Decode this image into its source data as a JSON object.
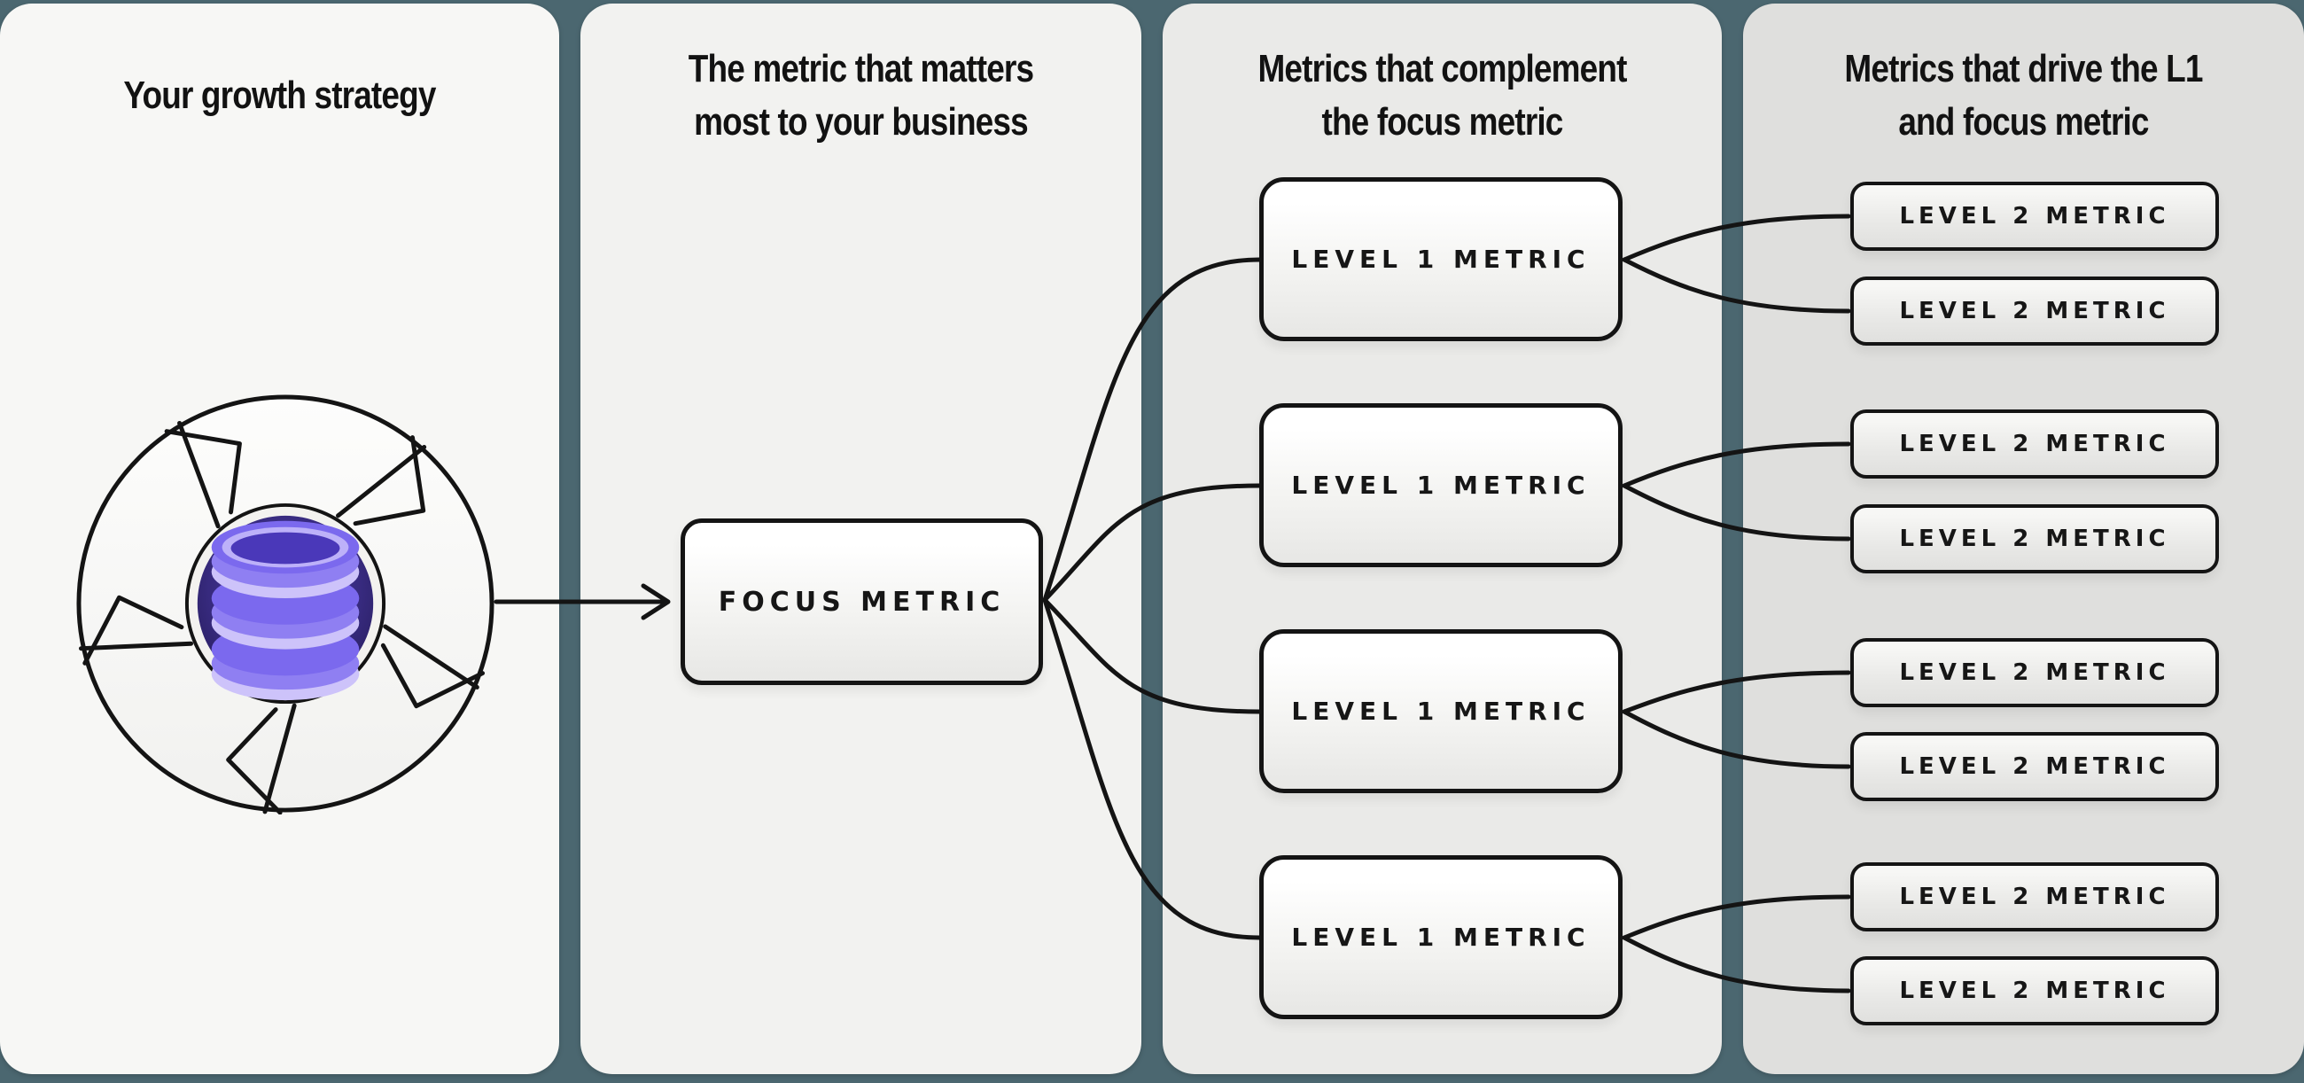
{
  "colors": {
    "background_teal": "#4b6770",
    "panel1_bg": "#f7f7f5",
    "panel2_bg": "#f2f2f0",
    "panel3_bg": "#eaeae8",
    "panel4_bg": "#dfdfdd",
    "line_stroke": "#141414",
    "icon_core_dark": "#2a1f63",
    "icon_core_light": "#4e3bab",
    "db_purple": "#8f7ff2",
    "db_highlight": "#cdc3fa",
    "db_opening": "#4a38b9"
  },
  "panels": [
    {
      "title_lines": [
        "Your growth strategy"
      ]
    },
    {
      "title_lines": [
        "The metric that matters",
        "most to your business"
      ]
    },
    {
      "title_lines": [
        "Metrics that complement",
        "the focus metric"
      ]
    },
    {
      "title_lines": [
        "Metrics that drive the L1",
        "and focus metric"
      ]
    }
  ],
  "nodes": {
    "focus_label": "FOCUS METRIC",
    "level1_labels": [
      "LEVEL 1 METRIC",
      "LEVEL 1 METRIC",
      "LEVEL 1 METRIC",
      "LEVEL 1 METRIC"
    ],
    "level2_labels": [
      "LEVEL 2 METRIC",
      "LEVEL 2 METRIC",
      "LEVEL 2 METRIC",
      "LEVEL 2 METRIC",
      "LEVEL 2 METRIC",
      "LEVEL 2 METRIC",
      "LEVEL 2 METRIC",
      "LEVEL 2 METRIC"
    ]
  },
  "icon": {
    "name": "data-flywheel-database-icon"
  }
}
